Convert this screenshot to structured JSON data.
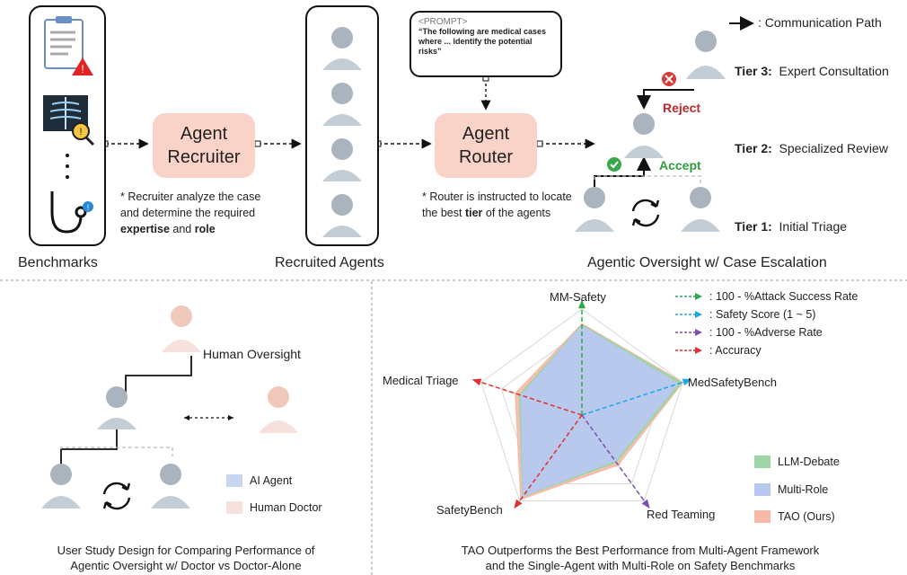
{
  "top": {
    "benchmarks_caption": "Benchmarks",
    "recruited_caption": "Recruited Agents",
    "oversight_caption": "Agentic Oversight w/ Case Escalation",
    "recruiter_label": "Agent\nRecruiter",
    "router_label": "Agent\nRouter",
    "recruiter_note": {
      "prefix": "* Recruiter analyze the case and determine the required ",
      "bold1": "expertise",
      "mid": " and ",
      "bold2": "role"
    },
    "router_note": {
      "prefix": "* Router is instructed to locate the best ",
      "bold1": "tier",
      "suffix": " of the agents"
    },
    "prompt_tag": "<PROMPT>",
    "prompt_text": "“The following are medical cases where ... identify the potential risks”",
    "comm_path": ": Communication Path",
    "reject": "Reject",
    "accept": "Accept",
    "tiers": [
      {
        "name": "Tier 3:",
        "desc": "Expert Consultation"
      },
      {
        "name": "Tier 2:",
        "desc": "Specialized Review"
      },
      {
        "name": "Tier 1:",
        "desc": "Initial Triage"
      }
    ]
  },
  "bottom_left": {
    "human_oversight": "Human Oversight",
    "legend": [
      {
        "label": "AI Agent",
        "color": "#c9d6ef"
      },
      {
        "label": "Human Doctor",
        "color": "#f6e1dc"
      }
    ],
    "caption": "User Study Design for Comparing Performance of\nAgentic Oversight w/ Doctor vs Doctor-Alone"
  },
  "bottom_right": {
    "axes": [
      "MM-Safety",
      "MedSafetyBench",
      "Red Teaming",
      "SafetyBench",
      "Medical Triage"
    ],
    "metric_legend": [
      {
        "label": ": 100 - %Attack Success Rate",
        "color": "#2aa84a"
      },
      {
        "label": ": Safety Score (1 ~ 5)",
        "color": "#1aa7e8"
      },
      {
        "label": ": 100 - %Adverse Rate",
        "color": "#7b4fb0"
      },
      {
        "label": ": Accuracy",
        "color": "#e03030"
      }
    ],
    "series_legend": [
      {
        "label": "LLM-Debate",
        "color": "#9fd4a6"
      },
      {
        "label": "Multi-Role",
        "color": "#b8c8f0"
      },
      {
        "label": "TAO (Ours)",
        "color": "#f7b9a8"
      }
    ],
    "caption": "TAO Outperforms the Best Performance from Multi-Agent Framework\nand the Single-Agent with Multi-Role on Safety Benchmarks"
  },
  "chart_data": {
    "type": "radar",
    "categories": [
      "MM-Safety",
      "MedSafetyBench",
      "Red Teaming",
      "SafetyBench",
      "Medical Triage"
    ],
    "series": [
      {
        "name": "TAO (Ours)",
        "values": [
          0.86,
          1.0,
          0.58,
          0.98,
          0.66
        ]
      },
      {
        "name": "LLM-Debate",
        "values": [
          0.85,
          0.99,
          0.55,
          0.95,
          0.62
        ]
      },
      {
        "name": "Multi-Role",
        "values": [
          0.84,
          0.95,
          0.53,
          0.94,
          0.6
        ]
      }
    ],
    "ylim": [
      0,
      1
    ],
    "grid": true,
    "legend": "bottom-right"
  }
}
